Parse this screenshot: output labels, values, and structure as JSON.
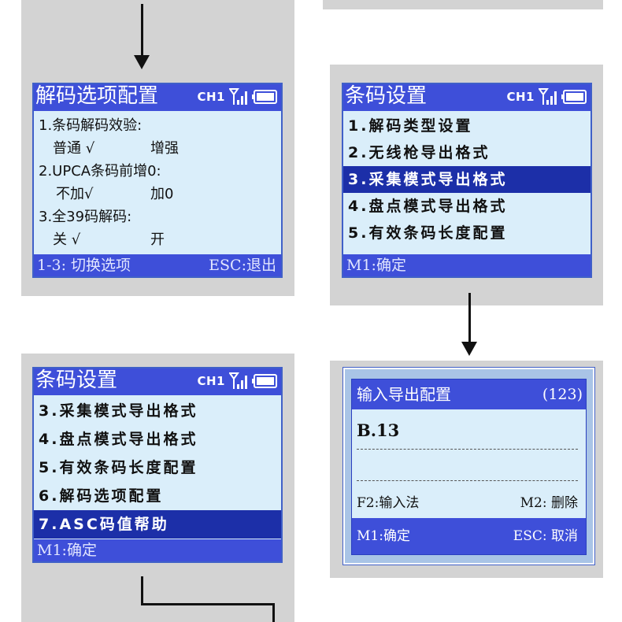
{
  "screen_decode": {
    "title": "解码选项配置",
    "channel": "CH1",
    "lines": [
      "1.条码解码效验:",
      "2.UPCA条码前增0:",
      "3.全39码解码:"
    ],
    "options": [
      {
        "a": "普通 √",
        "b": "增强"
      },
      {
        "a": "不加√",
        "b": "加0"
      },
      {
        "a": "关  √",
        "b": "开"
      }
    ],
    "footer_left": "1-3: 切换选项",
    "footer_right": "ESC:退出"
  },
  "screen_barcode1": {
    "title": "条码设置",
    "channel": "CH1",
    "items": [
      "1.解码类型设置",
      "2.无线枪导出格式",
      "3.采集模式导出格式",
      "4.盘点模式导出格式",
      "5.有效条码长度配置"
    ],
    "selected_index": 2,
    "footer_left": "M1:确定"
  },
  "screen_barcode2": {
    "title": "条码设置",
    "channel": "CH1",
    "items": [
      "3.采集模式导出格式",
      "4.盘点模式导出格式",
      "5.有效条码长度配置",
      "6.解码选项配置",
      "7.ASC码值帮助"
    ],
    "selected_index": 4,
    "footer_left": "M1:确定"
  },
  "screen_input": {
    "title": "输入导出配置",
    "mode": "(123)",
    "value": "B.13",
    "f2_label": "F2:输入法",
    "m2_label": "M2: 删除",
    "m1_label": "M1:确定",
    "esc_label": "ESC: 取消"
  },
  "colors": {
    "titlebar": "#3e4fd9",
    "selected": "#1c2fa8",
    "screen_bg": "#daeefa",
    "panel_bg": "#d3d3d3"
  }
}
